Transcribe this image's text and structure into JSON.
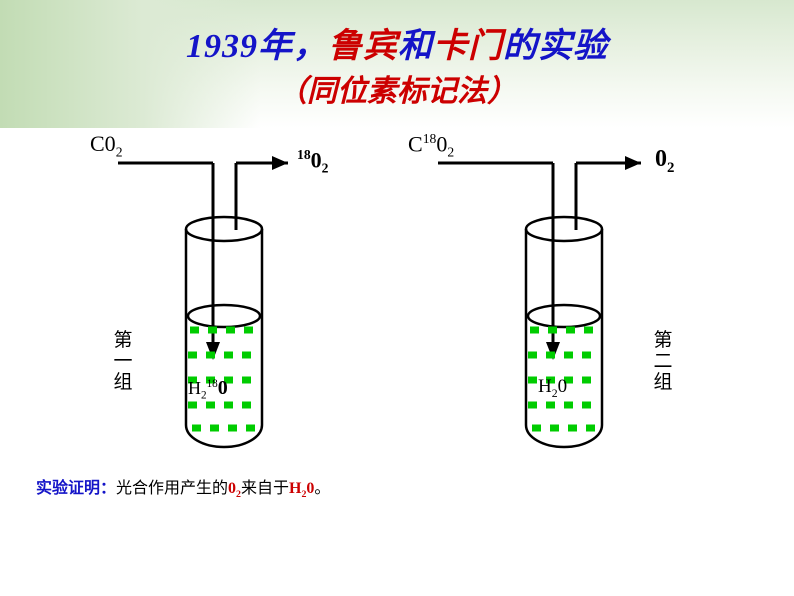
{
  "slide": {
    "title_line1_prefix": "1939",
    "title_line1": "1939年，鲁宾和卡门的实验",
    "title_line1_part_a": "1939年，",
    "title_line1_part_b": "鲁宾",
    "title_line1_part_c": "和",
    "title_line1_part_d": "卡门",
    "title_line1_part_e": "的实验",
    "title_line2": "（同位素标记法）",
    "colors": {
      "title_blue": "#1414c8",
      "title_red": "#cc0000",
      "water_green": "#00cc00",
      "line_black": "#000000",
      "band_green": "#c2dcb4"
    }
  },
  "experiment1": {
    "input_label": "C0",
    "input_sub": "2",
    "output_sup": "18",
    "output_label": "0",
    "output_sub": "2",
    "liquid_label_h": "H",
    "liquid_label_h_sub": "2",
    "liquid_label_sup": "18",
    "liquid_label_o": "0",
    "group_label_chars": [
      "第",
      "一",
      "组"
    ]
  },
  "experiment2": {
    "input_label_c": "C",
    "input_sup": "18",
    "input_label_o": "0",
    "input_sub": "2",
    "output_label": "0",
    "output_sub": "2",
    "liquid_label_h": "H",
    "liquid_label_h_sub": "2",
    "liquid_label_o": "0",
    "group_label_chars": [
      "第",
      "二",
      "组"
    ]
  },
  "caption": {
    "prefix": "实验证明：",
    "text_a": "光合作用产生的",
    "highlight_o": "0",
    "highlight_o_sub": "2",
    "text_b": "来自于",
    "highlight_h": "H",
    "highlight_h_sub": "2",
    "highlight_h_o": "0",
    "suffix": "。"
  }
}
